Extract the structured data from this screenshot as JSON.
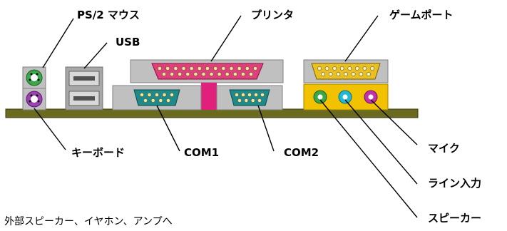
{
  "labels": {
    "ps2_mouse": "PS/2 マウス",
    "usb": "USB",
    "printer": "プリンタ",
    "game_port": "ゲームポート",
    "keyboard": "キーボード",
    "com1": "COM1",
    "com2": "COM2",
    "mic": "マイク",
    "line_in": "ライン入力",
    "speaker": "スピーカー"
  },
  "footer_text": "外部スピーカー、イヤホン、アンプへ",
  "colors": {
    "board": "#6b6b1f",
    "metal": "#c0c0c0",
    "metal_dark": "#8c8c8c",
    "parallel_pink": "#e0407a",
    "serial_teal": "#1f8a8a",
    "game_yellow": "#e8c020",
    "jack_panel": "#f2c200",
    "mic_green": "#3aa84a",
    "line_cyan": "#22b8d8",
    "speaker_magenta": "#c030b0",
    "mouse_green": "#3aa84a",
    "keyboard_purple": "#9a40b0",
    "bridge_pink": "#e0207a"
  }
}
